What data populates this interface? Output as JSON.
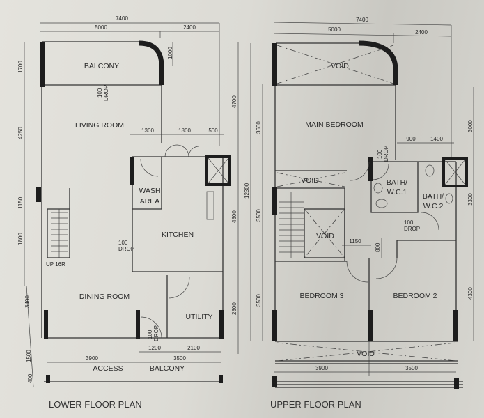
{
  "lower_plan": {
    "title": "LOWER FLOOR PLAN",
    "rooms": {
      "balcony": "BALCONY",
      "living_room": "LIVING ROOM",
      "wash_area_1": "WASH",
      "wash_area_2": "AREA",
      "kitchen": "KITCHEN",
      "dining_room": "DINING ROOM",
      "utility": "UTILITY",
      "access": "ACCESS",
      "access_balcony": "BALCONY"
    },
    "notes": {
      "drop_balcony_value": "100",
      "drop_balcony_label": "DROP",
      "drop_kitchen_value": "100",
      "drop_kitchen_label": "DROP",
      "drop_entry_value": "100",
      "drop_entry_label": "DROP",
      "stairs": "UP 16R"
    },
    "dimensions": {
      "overall_width": "7400",
      "width_left": "5000",
      "width_right": "2400",
      "balcony_curve": "1000",
      "kitchen_w1": "1300",
      "kitchen_w2": "1800",
      "kitchen_w3": "500",
      "left_1": "1700",
      "left_2": "4250",
      "left_3": "1150",
      "left_4": "1800",
      "left_5": "3400",
      "left_6": "1500",
      "left_7": "400",
      "right_1": "4700",
      "right_2": "4800",
      "right_3": "2800",
      "bottom_1": "1200",
      "bottom_2": "2100",
      "bottom_3": "3900",
      "bottom_4": "3500"
    }
  },
  "upper_plan": {
    "title": "UPPER FLOOR PLAN",
    "rooms": {
      "void_top": "VOID",
      "main_bedroom": "MAIN BEDROOM",
      "void_strip": "VOID",
      "void_stair": "VOID",
      "bath_wc1_1": "BATH/",
      "bath_wc1_2": "W.C.1",
      "bath_wc2_1": "BATH/",
      "bath_wc2_2": "W.C.2",
      "bedroom_3": "BEDROOM 3",
      "bedroom_2": "BEDROOM 2",
      "void_bottom": "VOID"
    },
    "notes": {
      "drop_bath_value": "100",
      "drop_bath_label": "DROP",
      "drop_bed2_value": "100",
      "drop_bed2_label": "DROP"
    },
    "dimensions": {
      "overall_width": "7400",
      "width_left": "5000",
      "width_right": "2400",
      "bath_w1": "900",
      "bath_w2": "1400",
      "corridor": "1150",
      "corridor_depth": "800",
      "left_1": "3600",
      "left_total": "12300",
      "left_2": "3500",
      "left_3": "3500",
      "right_1": "3000",
      "right_2": "3300",
      "right_3": "4300",
      "bottom_1": "3900",
      "bottom_2": "3500"
    }
  }
}
